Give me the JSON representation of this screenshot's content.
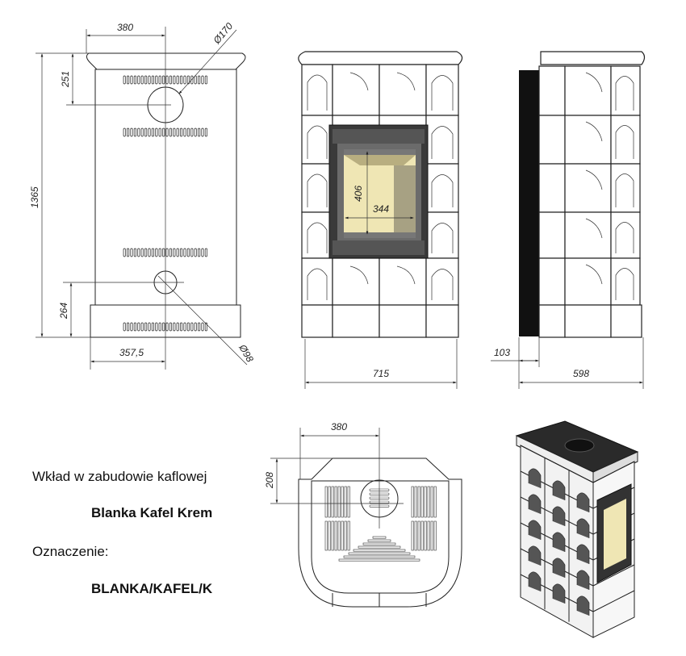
{
  "back_view": {
    "dim_width_to_center": "380",
    "dim_flue_diameter": "Ø170",
    "dim_height_total": "1365",
    "dim_top_to_flue": "251",
    "dim_bottom_to_air_inlet": "264",
    "dim_width_to_air_inlet": "357,5",
    "dim_air_inlet_diameter": "Ø98"
  },
  "front_view": {
    "dim_glass_height": "406",
    "dim_glass_width": "344",
    "dim_total_width": "715"
  },
  "side_view": {
    "dim_back_offset": "103",
    "dim_total_depth": "598"
  },
  "top_view": {
    "dim_center_offset": "380",
    "dim_flue_depth": "208"
  },
  "description": {
    "intro": "Wkład w zabudowie kaflowej",
    "product_name": "Blanka Kafel Krem",
    "code_label": "Oznaczenie:",
    "code": "BLANKA/KAFEL/K"
  },
  "colors": {
    "glass": "#efe6b4",
    "door": "#5a5a5a",
    "line": "#222222"
  }
}
